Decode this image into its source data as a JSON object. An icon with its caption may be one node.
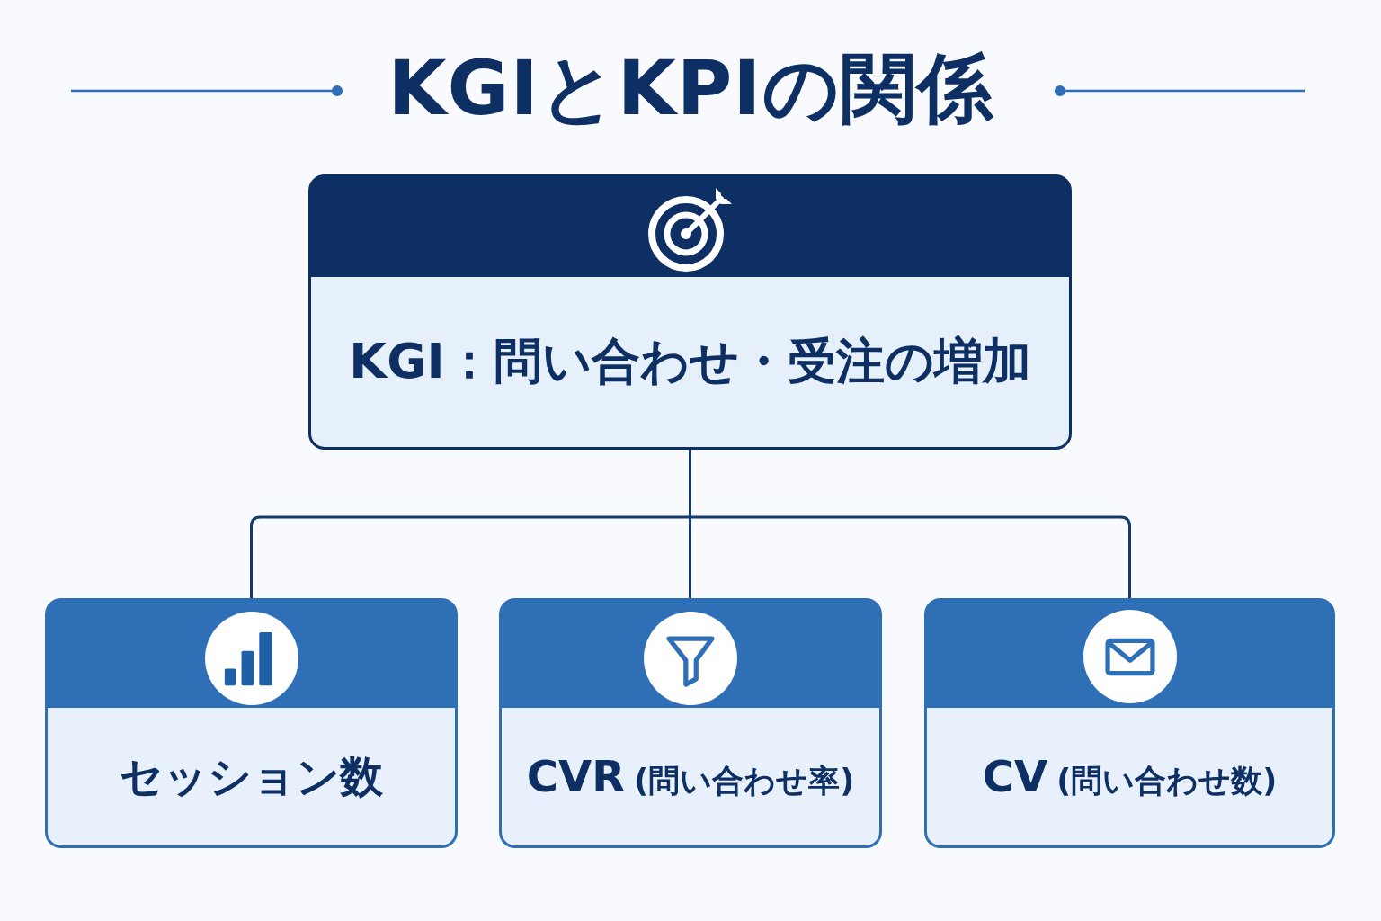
{
  "diagram": {
    "title": "KGIとKPIの関係",
    "nodes": [
      {
        "text": [
          "KGI：問い合わせ・受注の増加"
        ]
      },
      {
        "text": [
          "セッション数"
        ]
      },
      {
        "text": [
          "CVR",
          "(問い合わせ率)"
        ]
      },
      {
        "text": [
          "CV",
          "(問い合わせ数)"
        ]
      }
    ],
    "edges": [
      {
        "from": 0,
        "to": 1,
        "arrow": "none"
      },
      {
        "from": 0,
        "to": 2,
        "arrow": "none"
      },
      {
        "from": 0,
        "to": 3,
        "arrow": "none"
      }
    ]
  }
}
